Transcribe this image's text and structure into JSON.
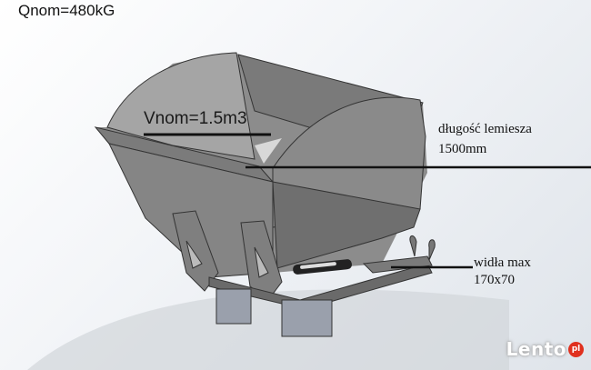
{
  "annotations": {
    "nominal_load": "Qnom=480kG",
    "nominal_volume": "Vnom=1.5m3",
    "blade_length_label": "długość lemiesza",
    "blade_length_value": "1500mm",
    "fork_label": "widła max",
    "fork_value": "170x70"
  },
  "watermark": {
    "text": "Lento",
    "badge": "pl"
  },
  "colors": {
    "background": "#eef1f5",
    "bucket_light": "#a3a3a3",
    "bucket_mid": "#8c8c8c",
    "bucket_dark": "#6e6e6e",
    "line": "#111111",
    "logo_badge": "#e0301e"
  }
}
